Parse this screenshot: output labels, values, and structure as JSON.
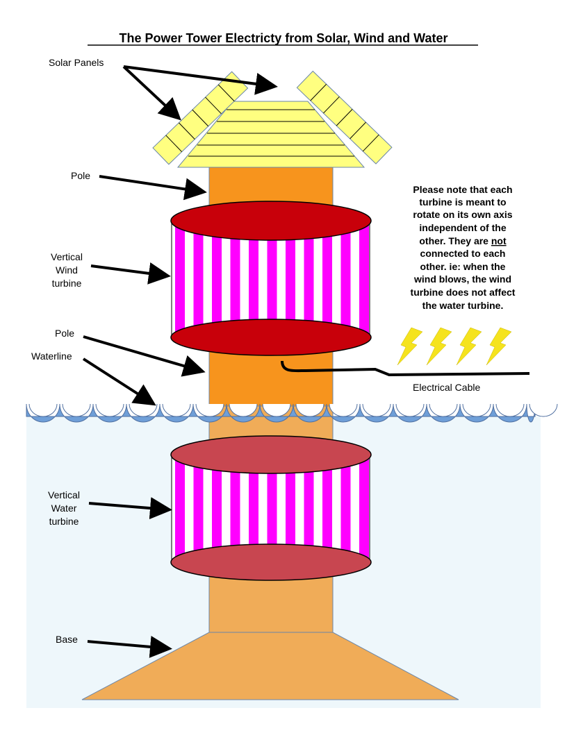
{
  "title": "The Power Tower Electricty from Solar, Wind and Water",
  "labels": {
    "solar_panels": "Solar Panels",
    "pole_top": "Pole",
    "wind_turbine": [
      "Vertical",
      "Wind",
      "turbine"
    ],
    "pole_bottom": "Pole",
    "waterline": "Waterline",
    "water_turbine": [
      "Vertical",
      "Water",
      "turbine"
    ],
    "base": "Base",
    "electrical_cable": "Electrical Cable"
  },
  "note": {
    "line1": "Please note that each",
    "line2": "turbine is meant to",
    "line3": "rotate on its own axis",
    "line4": "independent of the",
    "line5_pre": "other.  They are ",
    "line5_underlined": "not",
    "line6": "connected to each",
    "line7": "other.  ie: when the",
    "line8": "wind blows, the wind",
    "line9": "turbine does not affect",
    "line10": "the water turbine."
  },
  "colors": {
    "pole": "#f7941d",
    "pole_underwater": "#f0ac58",
    "panel": "#ffff80",
    "turbine_cap_wind": "#c8000a",
    "turbine_cap_water": "#c84650",
    "stripe": "#ff00ff",
    "water": "#eef7fb",
    "waves": "#6f9fd8",
    "bolt": "#f5e31e"
  }
}
